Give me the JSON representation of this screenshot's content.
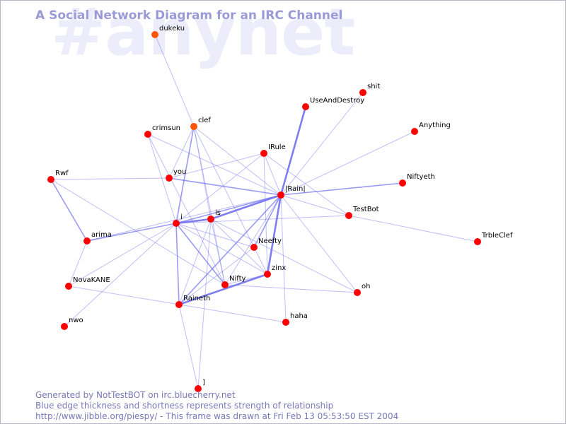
{
  "watermark": "#anynet",
  "title": "A Social Network Diagram for an IRC Channel",
  "colors": {
    "node_regular": "#ff0000",
    "node_highlight": "#ff5500",
    "edge": "#7070ee",
    "title": "#9a9ad6",
    "watermark": "#ececfb",
    "footer": "#7878b8"
  },
  "nodes": [
    {
      "id": "dukeku",
      "label": "dukeku",
      "highlight": true
    },
    {
      "id": "shit",
      "label": "shit",
      "highlight": false
    },
    {
      "id": "useanddestroy",
      "label": "UseAndDestroy",
      "highlight": false
    },
    {
      "id": "anything",
      "label": "Anything",
      "highlight": false
    },
    {
      "id": "crimsun",
      "label": "crimsun",
      "highlight": false
    },
    {
      "id": "clef",
      "label": "clef",
      "highlight": true
    },
    {
      "id": "irule",
      "label": "IRule",
      "highlight": false
    },
    {
      "id": "rwf",
      "label": "Rwf",
      "highlight": false
    },
    {
      "id": "you",
      "label": "you",
      "highlight": false
    },
    {
      "id": "rain",
      "label": "|Rain|",
      "highlight": false
    },
    {
      "id": "niftyeth",
      "label": "Niftyeth",
      "highlight": false
    },
    {
      "id": "testbot",
      "label": "TestBot",
      "highlight": false
    },
    {
      "id": "i",
      "label": "i",
      "highlight": false
    },
    {
      "id": "is",
      "label": "is",
      "highlight": false
    },
    {
      "id": "trbleclef",
      "label": "TrbleClef",
      "highlight": false
    },
    {
      "id": "arima",
      "label": "arima",
      "highlight": false
    },
    {
      "id": "neefty",
      "label": "Neefty",
      "highlight": false
    },
    {
      "id": "zinx",
      "label": "zinx",
      "highlight": false
    },
    {
      "id": "novakane",
      "label": "NovaKANE",
      "highlight": false
    },
    {
      "id": "nifty",
      "label": "Nifty",
      "highlight": false
    },
    {
      "id": "oh",
      "label": "oh",
      "highlight": false
    },
    {
      "id": "raineth",
      "label": "Raineth",
      "highlight": false
    },
    {
      "id": "haha",
      "label": "haha",
      "highlight": false
    },
    {
      "id": "nwo",
      "label": "nwo",
      "highlight": false
    },
    {
      "id": "bracket",
      "label": "]",
      "highlight": false
    }
  ],
  "edges": [
    {
      "from": "dukeku",
      "to": "clef",
      "strength": 1
    },
    {
      "from": "clef",
      "to": "you",
      "strength": 1
    },
    {
      "from": "clef",
      "to": "i",
      "strength": 2
    },
    {
      "from": "clef",
      "to": "is",
      "strength": 1
    },
    {
      "from": "clef",
      "to": "rain",
      "strength": 1
    },
    {
      "from": "clef",
      "to": "zinx",
      "strength": 1
    },
    {
      "from": "clef",
      "to": "nifty",
      "strength": 1
    },
    {
      "from": "crimsun",
      "to": "rain",
      "strength": 1
    },
    {
      "from": "crimsun",
      "to": "i",
      "strength": 1
    },
    {
      "from": "crimsun",
      "to": "nifty",
      "strength": 1
    },
    {
      "from": "irule",
      "to": "testbot",
      "strength": 1
    },
    {
      "from": "irule",
      "to": "you",
      "strength": 1
    },
    {
      "from": "irule",
      "to": "i",
      "strength": 1
    },
    {
      "from": "irule",
      "to": "rain",
      "strength": 1
    },
    {
      "from": "irule",
      "to": "zinx",
      "strength": 1
    },
    {
      "from": "useanddestroy",
      "to": "rain",
      "strength": 3
    },
    {
      "from": "shit",
      "to": "rain",
      "strength": 1
    },
    {
      "from": "anything",
      "to": "rain",
      "strength": 1
    },
    {
      "from": "rain",
      "to": "niftyeth",
      "strength": 2
    },
    {
      "from": "rain",
      "to": "testbot",
      "strength": 1
    },
    {
      "from": "rain",
      "to": "you",
      "strength": 2
    },
    {
      "from": "rain",
      "to": "i",
      "strength": 2
    },
    {
      "from": "rain",
      "to": "is",
      "strength": 3
    },
    {
      "from": "rain",
      "to": "zinx",
      "strength": 3
    },
    {
      "from": "rain",
      "to": "neefty",
      "strength": 2
    },
    {
      "from": "rain",
      "to": "nifty",
      "strength": 1
    },
    {
      "from": "rain",
      "to": "raineth",
      "strength": 2
    },
    {
      "from": "rain",
      "to": "oh",
      "strength": 1
    },
    {
      "from": "rain",
      "to": "haha",
      "strength": 1
    },
    {
      "from": "rain",
      "to": "arima",
      "strength": 1
    },
    {
      "from": "testbot",
      "to": "trbleclef",
      "strength": 1
    },
    {
      "from": "testbot",
      "to": "i",
      "strength": 1
    },
    {
      "from": "rwf",
      "to": "you",
      "strength": 1
    },
    {
      "from": "rwf",
      "to": "arima",
      "strength": 2
    },
    {
      "from": "rwf",
      "to": "nifty",
      "strength": 1
    },
    {
      "from": "i",
      "to": "arima",
      "strength": 2
    },
    {
      "from": "i",
      "to": "is",
      "strength": 3
    },
    {
      "from": "i",
      "to": "neefty",
      "strength": 1
    },
    {
      "from": "i",
      "to": "nifty",
      "strength": 2
    },
    {
      "from": "i",
      "to": "zinx",
      "strength": 1
    },
    {
      "from": "i",
      "to": "raineth",
      "strength": 2
    },
    {
      "from": "i",
      "to": "novakane",
      "strength": 1
    },
    {
      "from": "i",
      "to": "nwo",
      "strength": 1
    },
    {
      "from": "is",
      "to": "zinx",
      "strength": 1
    },
    {
      "from": "is",
      "to": "nifty",
      "strength": 1
    },
    {
      "from": "is",
      "to": "raineth",
      "strength": 1
    },
    {
      "from": "is",
      "to": "oh",
      "strength": 1
    },
    {
      "from": "is",
      "to": "bracket",
      "strength": 1
    },
    {
      "from": "neefty",
      "to": "raineth",
      "strength": 1
    },
    {
      "from": "zinx",
      "to": "nifty",
      "strength": 1
    },
    {
      "from": "zinx",
      "to": "raineth",
      "strength": 3
    },
    {
      "from": "arima",
      "to": "novakane",
      "strength": 1
    },
    {
      "from": "novakane",
      "to": "haha",
      "strength": 1
    },
    {
      "from": "raineth",
      "to": "bracket",
      "strength": 1
    },
    {
      "from": "nifty",
      "to": "oh",
      "strength": 1
    }
  ],
  "footer": {
    "line1": "Generated by NotTestBOT on irc.bluecherry.net",
    "line2": "Blue edge thickness and shortness represents strength of relationship",
    "line3": "http://www.jibble.org/piespy/ - This frame was drawn at Fri Feb 13 05:53:50 EST 2004"
  }
}
